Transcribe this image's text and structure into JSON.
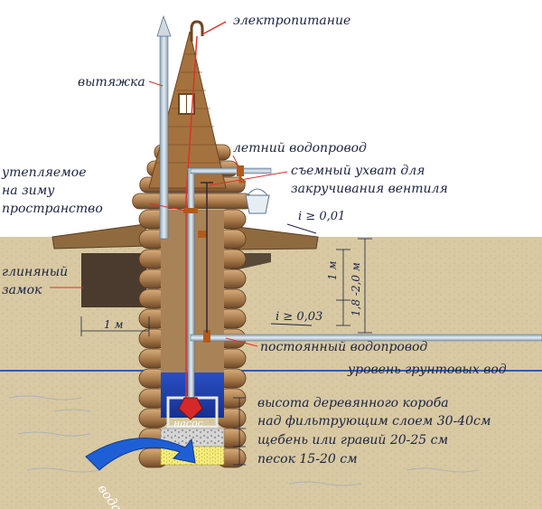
{
  "colors": {
    "ground": "#d8c9a3",
    "ground_dark": "#c9b88d",
    "water_zone": "#e3d6b6",
    "groundwater_line": "#2f5fb3",
    "log_light": "#c99f6e",
    "log_mid": "#a87a4b",
    "log_dark": "#7a5230",
    "interior": "#a88358",
    "roof": "#a07040",
    "clay": "#4a3b2e",
    "inner_water": "#1f3fb0",
    "gravel": "#cfcfcf",
    "sand": "#f4ec7a",
    "pipe": "#b9c8d6",
    "wire": "#e0302a",
    "arrow": "#1f5fd6"
  },
  "labels": {
    "power": "электропитание",
    "vent": "вытяжка",
    "summer_pipe": "летний водопровод",
    "removable_grip_1": "съемный ухват для",
    "removable_grip_2": "закручивания вентиля",
    "insulated_1": "утепляемое",
    "insulated_2": "на зиму",
    "insulated_3": "пространство",
    "slope_top": "i ≥ 0,01",
    "clay_1": "глиняный",
    "clay_2": "замок",
    "dim_1m_v": "1 м",
    "dim_total": "1,8 -2,0 м",
    "dim_1m_h": "1 м",
    "slope_bottom": "i ≥ 0,03",
    "permanent_pipe": "постоянный водопровод",
    "groundwater": "уровень грунтовых вод",
    "box_height_1": "высота деревянного короба",
    "box_height_2": "над фильтрующим  слоем 30-40см",
    "gravel": "щебень или гравий 20-25 см",
    "sand": "песок 15-20 см",
    "pump": "насос",
    "water": "вода"
  }
}
